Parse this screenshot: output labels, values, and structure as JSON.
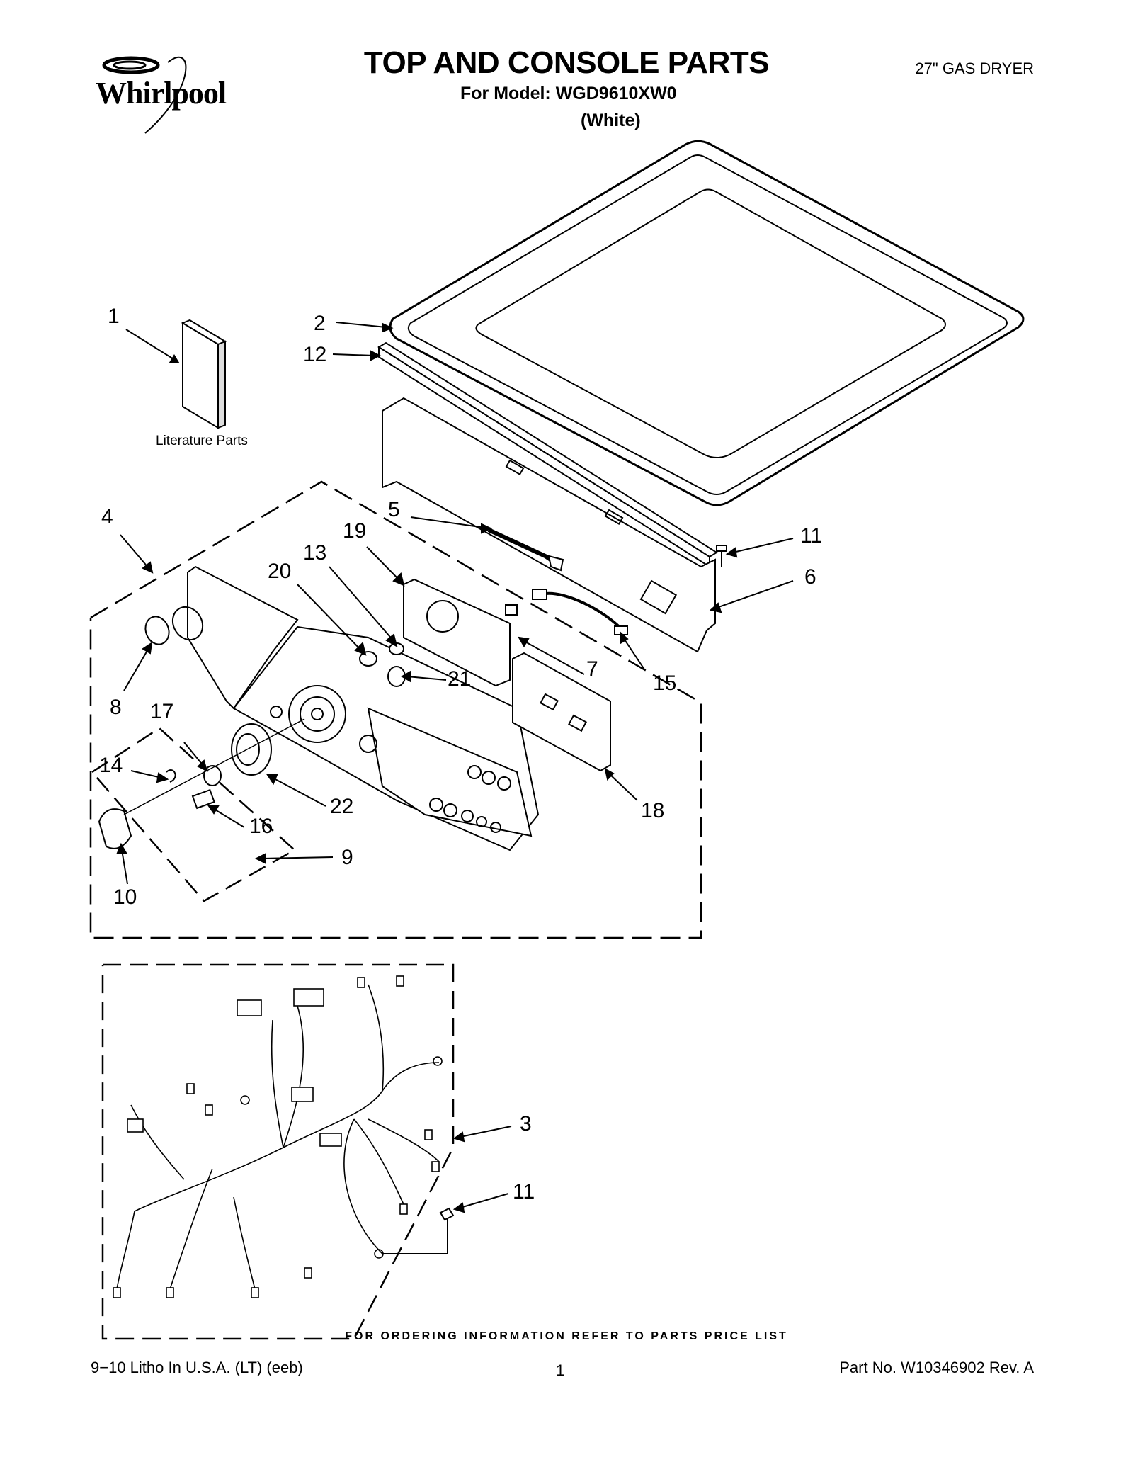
{
  "header": {
    "brand": "Whirlpool",
    "title": "TOP AND CONSOLE PARTS",
    "subtitle": "For Model: WGD9610XW0",
    "color": "(White)",
    "product": "27\" GAS DRYER"
  },
  "literature_label": "Literature Parts",
  "callouts": [
    "1",
    "2",
    "12",
    "4",
    "5",
    "19",
    "13",
    "20",
    "11",
    "6",
    "8",
    "7",
    "21",
    "15",
    "17",
    "14",
    "22",
    "18",
    "16",
    "9",
    "10",
    "3",
    "11"
  ],
  "footer": {
    "ordering": "FOR ORDERING INFORMATION REFER TO PARTS PRICE LIST",
    "litho": "9−10 Litho In U.S.A. (LT) (eeb)",
    "page": "1",
    "part_no": "Part No. W10346902 Rev. A"
  }
}
